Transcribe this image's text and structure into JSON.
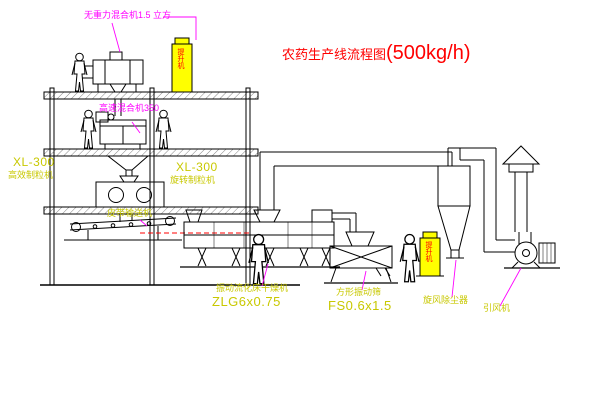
{
  "title": {
    "zh": "农药生产线流程图",
    "capacity": "(500kg/h)"
  },
  "labels": {
    "gravity_mixer": "无重力混合机1.5 立方",
    "high_speed_mixer": "高速混合机350",
    "granulator_left_model": "XL-300",
    "granulator_left_name": "高效制粒机",
    "granulator_mid_model": "XL-300",
    "granulator_mid_name": "旋转制粒机",
    "belt_conveyor": "皮带输送机",
    "dryer_name": "振动流化床干燥机",
    "dryer_model": "ZLG6x0.75",
    "sieve_name": "方形振动筛",
    "sieve_model": "FS0.6x1.5",
    "cyclone": "旋风除尘器",
    "fan": "引风机",
    "elevator_top": "提升机",
    "elevator_right": "提升机"
  },
  "colors": {
    "line": "#000000",
    "title_red": "#ff0000",
    "label_magenta": "#ff00ff",
    "label_yellow": "#c8c800",
    "box_yellow": "#ffff00",
    "leader": "#ff00ff",
    "centerline_red": "#ff0000"
  }
}
